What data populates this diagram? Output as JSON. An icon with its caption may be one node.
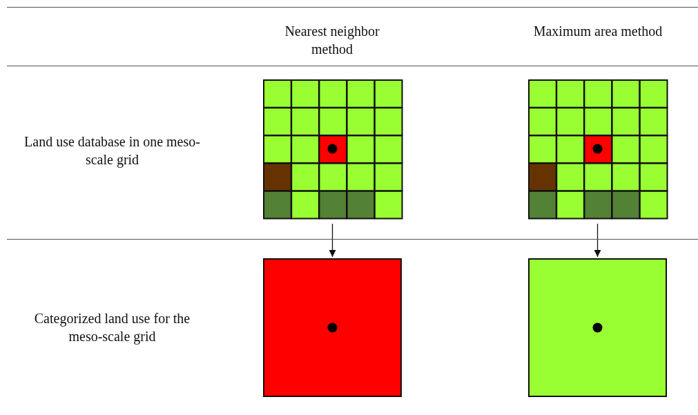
{
  "diagram": {
    "nodes": [
      {
        "text": [],
        "shape": "picture"
      },
      {
        "text": [],
        "shape": "picture"
      },
      {
        "text": [],
        "shape": "box"
      },
      {
        "text": [],
        "shape": "box"
      }
    ],
    "edges": [
      {
        "from": 0,
        "to": 2,
        "arrow": "to"
      },
      {
        "from": 1,
        "to": 3,
        "arrow": "to"
      }
    ],
    "labels": [
      "Nearest neighbor method",
      "Maximum area method",
      "Land use database in one meso-scale grid",
      "Categorized land use for the meso-scale grid"
    ]
  }
}
